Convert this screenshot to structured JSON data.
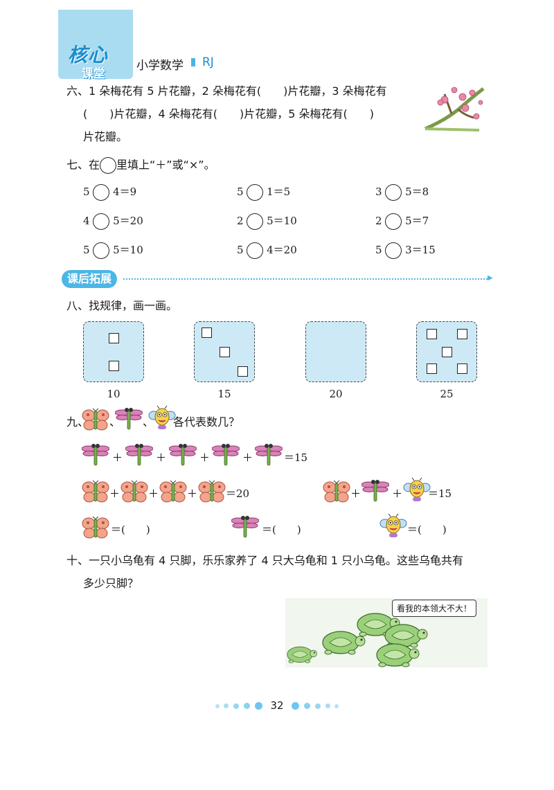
{
  "header": {
    "logo_big": "核心",
    "logo_small": "课堂",
    "subject": "小学数学",
    "edition": "RJ"
  },
  "q6": {
    "line1": "六、1 朵梅花有 5 片花瓣，2 朵梅花有(　　)片花瓣，3 朵梅花有",
    "line2": "(　　)片花瓣，4 朵梅花有(　　)片花瓣，5 朵梅花有(　　)",
    "line3": "片花瓣。"
  },
  "q7": {
    "prefix": "七、在",
    "suffix": "里填上“＋”或“×”。",
    "rows": [
      [
        {
          "a": "5",
          "b": "4＝9"
        },
        {
          "a": "5",
          "b": "1＝5"
        },
        {
          "a": "3",
          "b": "5＝8"
        }
      ],
      [
        {
          "a": "4",
          "b": "5＝20"
        },
        {
          "a": "2",
          "b": "5＝10"
        },
        {
          "a": "2",
          "b": "5＝7"
        }
      ],
      [
        {
          "a": "5",
          "b": "5＝10"
        },
        {
          "a": "5",
          "b": "4＝20"
        },
        {
          "a": "5",
          "b": "3＝15"
        }
      ]
    ]
  },
  "banner": "课后拓展",
  "q8": {
    "title": "八、找规律，画一画。",
    "labels": [
      "10",
      "15",
      "20",
      "25"
    ]
  },
  "q9": {
    "prefix": "九、",
    "sep1": "、",
    "sep2": "、",
    "suffix": "各代表数几？",
    "eq1_result": "＝15",
    "eq2_result": "＝20",
    "eq3_result": "＝15",
    "plus": "＋",
    "answer": "＝(　　)"
  },
  "q10": {
    "line1": "十、一只小乌龟有 4 只脚，乐乐家养了 4 只大乌龟和 1 只小乌龟。这些乌龟共有",
    "line2": "多少只脚？",
    "speech": "看我的本领大不大！"
  },
  "page_number": "32",
  "colors": {
    "accent": "#4db6e6",
    "box_fill": "#cde9f6",
    "butterfly": "#f2a48c",
    "dragonfly": "#d982b8",
    "bee": "#f6d24a",
    "turtle": "#9bd07a"
  }
}
